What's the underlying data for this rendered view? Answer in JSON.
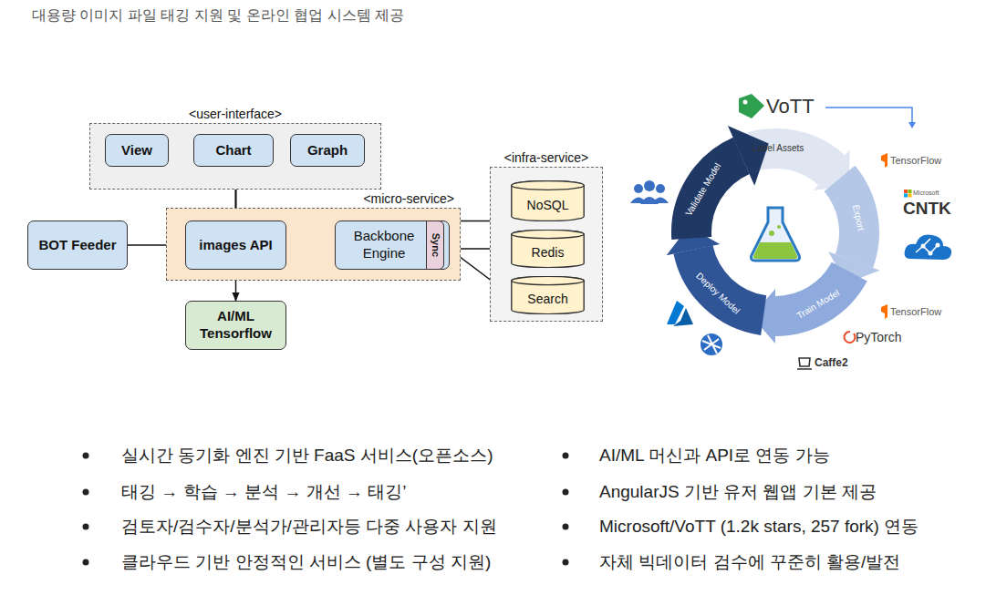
{
  "diagram": {
    "title": "대용량 이미지 파일 태깅 지원 및 온라인 협업 시스템 제공",
    "nodes": [
      {
        "text": [
          "<user-interface>"
        ]
      },
      {
        "text": [
          "View"
        ],
        "in": 0
      },
      {
        "text": [
          "Chart"
        ],
        "in": 0
      },
      {
        "text": [
          "Graph"
        ],
        "in": 0
      },
      {
        "text": [
          "BOT Feeder"
        ]
      },
      {
        "text": [
          "<micro-service>"
        ]
      },
      {
        "text": [
          "images API"
        ],
        "in": 5
      },
      {
        "text": [
          "Backbone Engine"
        ],
        "in": 5
      },
      {
        "text": [
          "Sync"
        ],
        "in": 7
      },
      {
        "text": [
          "AI/ML Tensorflow"
        ]
      },
      {
        "text": [
          "<infra-service>"
        ]
      },
      {
        "text": [
          "NoSQL"
        ],
        "in": 10
      },
      {
        "text": [
          "Redis"
        ],
        "in": 10
      },
      {
        "text": [
          "Search"
        ],
        "in": 10
      }
    ],
    "edges": [
      {
        "from": 4,
        "to": 6,
        "arrow": "to"
      },
      {
        "from": 6,
        "to": 1,
        "arrow": "to"
      },
      {
        "from": 6,
        "to": 2,
        "arrow": "to"
      },
      {
        "from": 6,
        "to": 3,
        "arrow": "to"
      },
      {
        "from": 6,
        "to": 7,
        "arrow": "both"
      },
      {
        "from": 6,
        "to": 9,
        "arrow": "both"
      },
      {
        "from": 8,
        "to": 11,
        "arrow": "to"
      },
      {
        "from": 8,
        "to": 12,
        "arrow": "to"
      },
      {
        "from": 8,
        "to": 13,
        "arrow": "to"
      }
    ],
    "labels": [
      "VoTT",
      "Label Assets",
      "Export",
      "Train Model",
      "Deploy Model",
      "Validate Model",
      "TensorFlow",
      "Microsoft",
      "CNTK",
      "TensorFlow",
      "PyTorch",
      "Caffe2",
      "실시간 동기화 엔진 기반 FaaS 서비스(오픈소스)",
      "태깅 → 학습 → 분석 → 개선 → 태깅’",
      "검토자/검수자/분석가/관리자등 다중 사용자 지원",
      "클라우드 기반 안정적인 서비스 (별도 구성 지원)",
      "AI/ML 머신과 API로 연동 가능",
      "AngularJS 기반 유저 웹앱 기본 제공",
      "Microsoft/VoTT (1.2k stars, 257 fork) 연동",
      "자체 빅데이터 검수에 꾸준히 활용/발전"
    ]
  }
}
